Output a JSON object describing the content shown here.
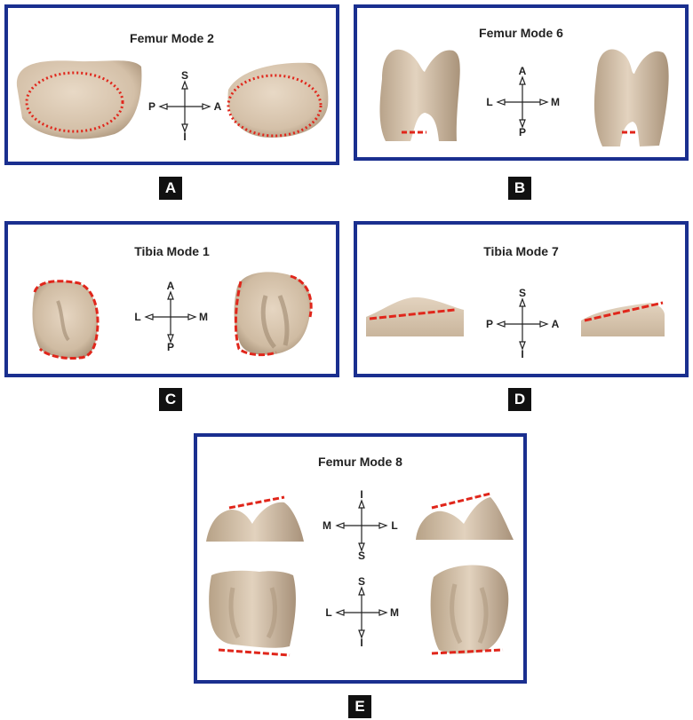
{
  "panels": {
    "a": {
      "title": "Femur Mode 2",
      "tag": "A",
      "compass": {
        "top": "S",
        "bottom": "I",
        "left": "P",
        "right": "A"
      }
    },
    "b": {
      "title": "Femur Mode 6",
      "tag": "B",
      "compass": {
        "top": "A",
        "bottom": "P",
        "left": "L",
        "right": "M"
      }
    },
    "c": {
      "title": "Tibia Mode 1",
      "tag": "C",
      "compass": {
        "top": "A",
        "bottom": "P",
        "left": "L",
        "right": "M"
      }
    },
    "d": {
      "title": "Tibia Mode 7",
      "tag": "D",
      "compass": {
        "top": "S",
        "bottom": "I",
        "left": "P",
        "right": "A"
      }
    },
    "e": {
      "title": "Femur Mode 8",
      "tag": "E",
      "compass_top": {
        "top": "I",
        "bottom": "S",
        "left": "M",
        "right": "L"
      },
      "compass_bottom": {
        "top": "S",
        "bottom": "I",
        "left": "L",
        "right": "M"
      }
    }
  },
  "colors": {
    "frame": "#1a2f8f",
    "bone": "#d8c6b0",
    "bone_shade": "#a9937a",
    "outline": "#e0261b",
    "tag_bg": "#111111"
  }
}
